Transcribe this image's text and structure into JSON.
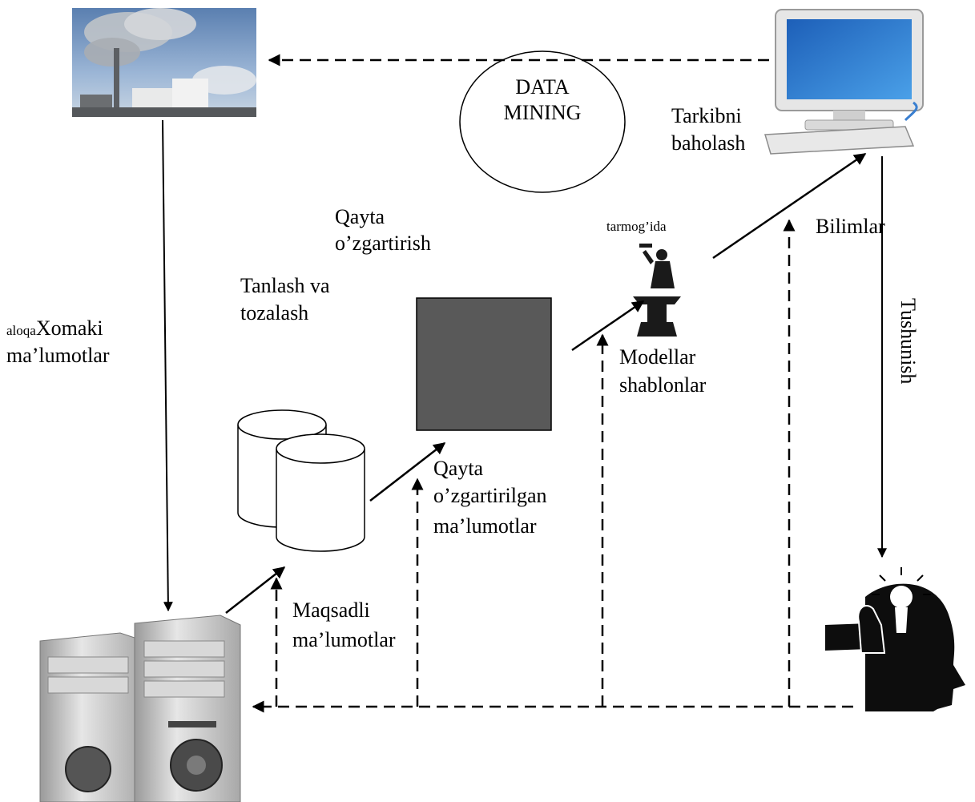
{
  "labels": {
    "data_mining_line1": "DATA",
    "data_mining_line2": "MINING",
    "tarkibni": "Tarkibni",
    "baholash": "baholash",
    "qayta1": "Qayta",
    "ozgartirish": "o’zgartirish",
    "tanlash_va": "Tanlash va",
    "tozalash": "tozalash",
    "aloqa": "aloqa",
    "xomaki": "Xomaki",
    "malumotlar_raw": "ma’lumotlar",
    "tarmogida": "tarmog’ida",
    "bilimlar": "Bilimlar",
    "tushunish": "Tushunish",
    "modellar": "Modellar",
    "shablonlar": "shablonlar",
    "qayta2": "Qayta",
    "ozgartirilgan": "o’zgartirilgan",
    "malumotlar_transformed": "ma’lumotlar",
    "maqsadli": "Maqsadli",
    "malumotlar_target": "ma’lumotlar"
  },
  "icons": [
    "factory-icon",
    "computer-icon",
    "database-icon",
    "blacksmith-icon",
    "idea-head-icon",
    "server-icon"
  ],
  "colors": {
    "transformed_box": "#595959",
    "line": "#000000",
    "background": "#ffffff"
  }
}
